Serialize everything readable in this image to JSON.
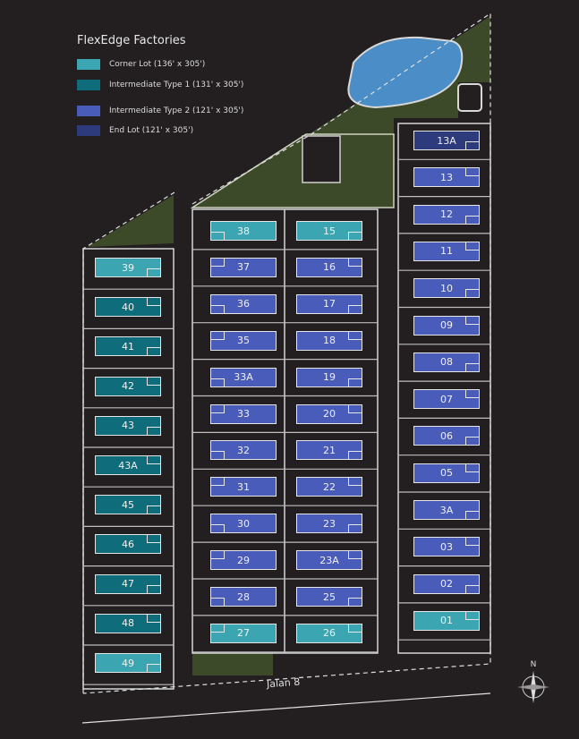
{
  "legend": {
    "title": "FlexEdge Factories",
    "items": [
      {
        "type": "corner",
        "label": "Corner Lot (136' x 305')",
        "color": "#3ba6b2"
      },
      {
        "type": "type1",
        "label": "Intermediate Type 1  (131' x 305')",
        "color": "#0f6c7a"
      },
      {
        "type": "type2",
        "label": "Intermediate Type 2 (121' x 305')",
        "color": "#4a5cba"
      },
      {
        "type": "end",
        "label": "End Lot (121' x 305')",
        "color": "#2d3a7c"
      }
    ]
  },
  "road": "Jalan 8",
  "compass": "N",
  "columns": {
    "left": [
      {
        "id": "39",
        "type": "corner"
      },
      {
        "id": "40",
        "type": "type1"
      },
      {
        "id": "41",
        "type": "type1"
      },
      {
        "id": "42",
        "type": "type1"
      },
      {
        "id": "43",
        "type": "type1"
      },
      {
        "id": "43A",
        "type": "type1"
      },
      {
        "id": "45",
        "type": "type1"
      },
      {
        "id": "46",
        "type": "type1"
      },
      {
        "id": "47",
        "type": "type1"
      },
      {
        "id": "48",
        "type": "type1"
      },
      {
        "id": "49",
        "type": "corner"
      }
    ],
    "middle_left": [
      {
        "id": "38",
        "type": "corner"
      },
      {
        "id": "37",
        "type": "type2"
      },
      {
        "id": "36",
        "type": "type2"
      },
      {
        "id": "35",
        "type": "type2"
      },
      {
        "id": "33A",
        "type": "type2"
      },
      {
        "id": "33",
        "type": "type2"
      },
      {
        "id": "32",
        "type": "type2"
      },
      {
        "id": "31",
        "type": "type2"
      },
      {
        "id": "30",
        "type": "type2"
      },
      {
        "id": "29",
        "type": "type2"
      },
      {
        "id": "28",
        "type": "type2"
      },
      {
        "id": "27",
        "type": "corner"
      }
    ],
    "middle_right": [
      {
        "id": "15",
        "type": "corner"
      },
      {
        "id": "16",
        "type": "type2"
      },
      {
        "id": "17",
        "type": "type2"
      },
      {
        "id": "18",
        "type": "type2"
      },
      {
        "id": "19",
        "type": "type2"
      },
      {
        "id": "20",
        "type": "type2"
      },
      {
        "id": "21",
        "type": "type2"
      },
      {
        "id": "22",
        "type": "type2"
      },
      {
        "id": "23",
        "type": "type2"
      },
      {
        "id": "23A",
        "type": "type2"
      },
      {
        "id": "25",
        "type": "type2"
      },
      {
        "id": "26",
        "type": "corner"
      }
    ],
    "right": [
      {
        "id": "13A",
        "type": "end"
      },
      {
        "id": "13",
        "type": "type2"
      },
      {
        "id": "12",
        "type": "type2"
      },
      {
        "id": "11",
        "type": "type2"
      },
      {
        "id": "10",
        "type": "type2"
      },
      {
        "id": "09",
        "type": "type2"
      },
      {
        "id": "08",
        "type": "type2"
      },
      {
        "id": "07",
        "type": "type2"
      },
      {
        "id": "06",
        "type": "type2"
      },
      {
        "id": "05",
        "type": "type2"
      },
      {
        "id": "3A",
        "type": "type2"
      },
      {
        "id": "03",
        "type": "type2"
      },
      {
        "id": "02",
        "type": "type2"
      },
      {
        "id": "01",
        "type": "corner"
      }
    ]
  }
}
